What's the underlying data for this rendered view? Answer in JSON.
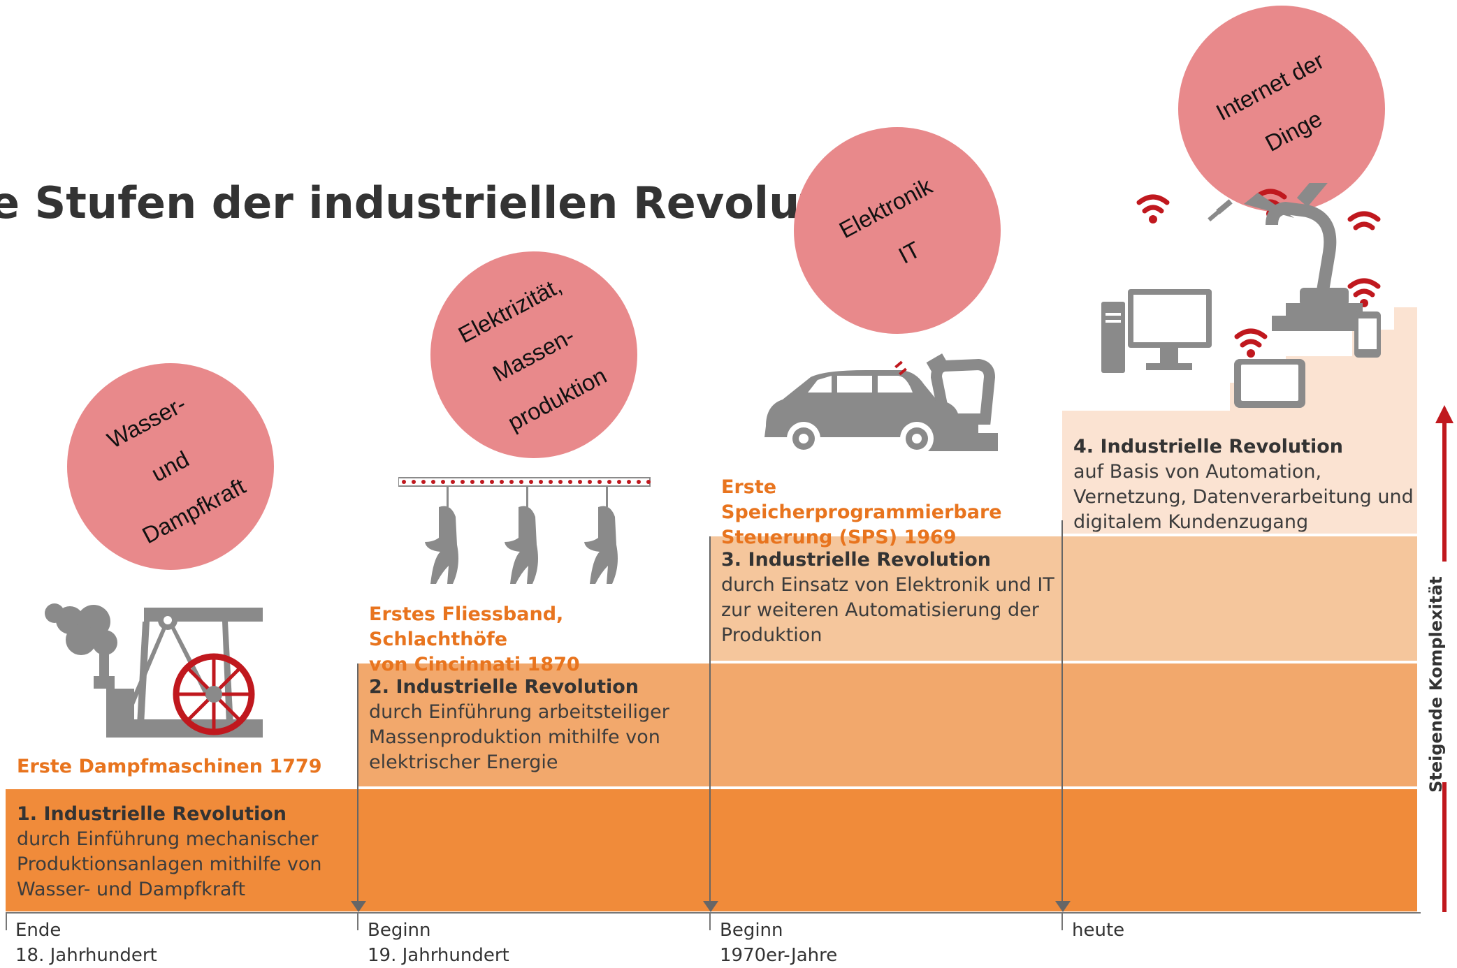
{
  "title": "e Stufen der industriellen Revolution",
  "revolutions": [
    {
      "title": "1. Industrielle Revolution",
      "lines": [
        "durch Einführung mechanischer",
        "Produktionsanlagen mithilfe von",
        "Wasser- und Dampfkraft"
      ]
    },
    {
      "title": "2. Industrielle Revolution",
      "lines": [
        "durch Einführung arbeitsteiliger",
        "Massenproduktion mithilfe von",
        "elektrischer Energie"
      ]
    },
    {
      "title": "3. Industrielle Revolution",
      "lines": [
        "durch Einsatz von Elektronik und IT",
        "zur weiteren Automatisierung der",
        "Produktion"
      ]
    },
    {
      "title": "4. Industrielle Revolution",
      "lines": [
        "auf Basis von Automation,",
        "Vernetzung, Datenverarbeitung und",
        "digitalem Kundenzugang"
      ]
    }
  ],
  "milestones": [
    {
      "lines": [
        "Erste Dampfmaschinen 1779"
      ]
    },
    {
      "lines": [
        "Erstes Fliessband, Schlachthöfe",
        "von Cincinnati 1870"
      ]
    },
    {
      "lines": [
        "Erste Speicherprogrammierbare",
        "Steuerung (SPS) 1969"
      ]
    }
  ],
  "timeline": [
    {
      "lines": [
        "Ende",
        "18. Jahrhundert"
      ]
    },
    {
      "lines": [
        "Beginn",
        "19. Jahrhundert"
      ]
    },
    {
      "lines": [
        "Beginn",
        "1970er-Jahre"
      ]
    },
    {
      "lines": [
        "heute"
      ]
    }
  ],
  "bubbles": [
    {
      "lines": [
        "Wasser-",
        "und",
        "Dampfkraft"
      ]
    },
    {
      "lines": [
        "Elektrizität,",
        "Massen-",
        "produktion"
      ]
    },
    {
      "lines": [
        "Elektronik",
        "IT"
      ]
    },
    {
      "lines": [
        "Internet der",
        "Dinge"
      ]
    }
  ],
  "axis_label": "Steigende Komplexität",
  "colors": {
    "band1": "#F08B3A",
    "band2": "#F2A86C",
    "band3": "#F5C69C",
    "band4": "#FBE3D2",
    "milestone": "#E8741E",
    "bubble": "#E8898B",
    "icon_gray": "#8a8a8a",
    "accent_red": "#C0181E"
  },
  "icons": [
    "steam-engine-icon",
    "assembly-line-icon",
    "car-robot-icon",
    "iot-devices-icon",
    "up-arrow-icon"
  ]
}
